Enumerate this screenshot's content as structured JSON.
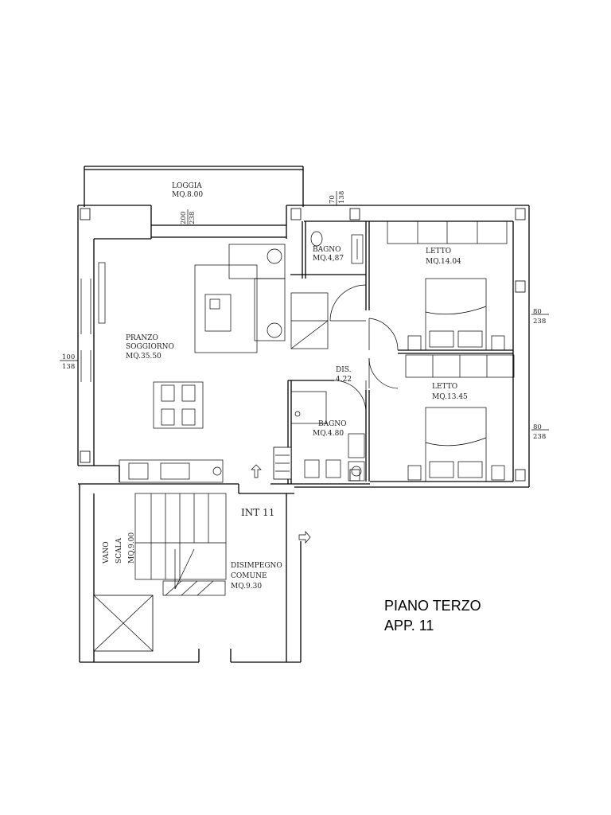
{
  "rooms": {
    "loggia": {
      "name": "LOGGIA",
      "area": "MQ.8.00"
    },
    "bagno1": {
      "name": "BAGNO",
      "area": "MQ.4,87"
    },
    "letto1": {
      "name": "LETTO",
      "area": "MQ.14.04"
    },
    "soggiorno": {
      "name1": "PRANZO",
      "name2": "SOGGIORNO",
      "area": "MQ.35.50"
    },
    "dis": {
      "name": "DIS.",
      "area": "4.22"
    },
    "letto2": {
      "name": "LETTO",
      "area": "MQ.13.45"
    },
    "bagno2": {
      "name": "BAGNO",
      "area": "MQ.4.80"
    },
    "scala": {
      "name1": "VANO",
      "name2": "SCALA",
      "area": "MQ.9.00"
    },
    "disimpegno": {
      "name1": "DISIMPEGNO",
      "name2": "COMUNE",
      "area": "MQ.9.30"
    }
  },
  "entrance": "INT 11",
  "openings": {
    "loggia_door": {
      "width": "200",
      "height": "238"
    },
    "bath_window": {
      "width": "70",
      "height": "138"
    },
    "living_window": {
      "width": "100",
      "height": "138"
    },
    "bed1_window": {
      "width": "80",
      "height": "238"
    },
    "bed2_window": {
      "width": "80",
      "height": "238"
    }
  },
  "title": {
    "line1": "PIANO TERZO",
    "line2": "APP.  11"
  }
}
